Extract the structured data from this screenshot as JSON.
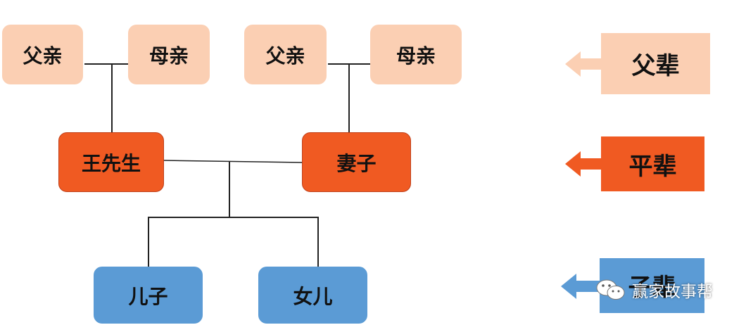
{
  "tree": {
    "grandparents_left": {
      "father": "父亲",
      "mother": "母亲"
    },
    "grandparents_right": {
      "father": "父亲",
      "mother": "母亲"
    },
    "couple": {
      "husband": "王先生",
      "wife": "妻子"
    },
    "children": {
      "son": "儿子",
      "daughter": "女儿"
    }
  },
  "legend": {
    "parent_generation": "父辈",
    "same_generation": "平辈",
    "child_generation": "子辈"
  },
  "watermark": {
    "text": "赢家故事帮"
  },
  "colors": {
    "parent": "#fbcfb3",
    "self": "#f05a22",
    "child": "#5b9bd5",
    "line": "#222222"
  },
  "icons": {
    "watermark_icon": "wechat-icon"
  }
}
